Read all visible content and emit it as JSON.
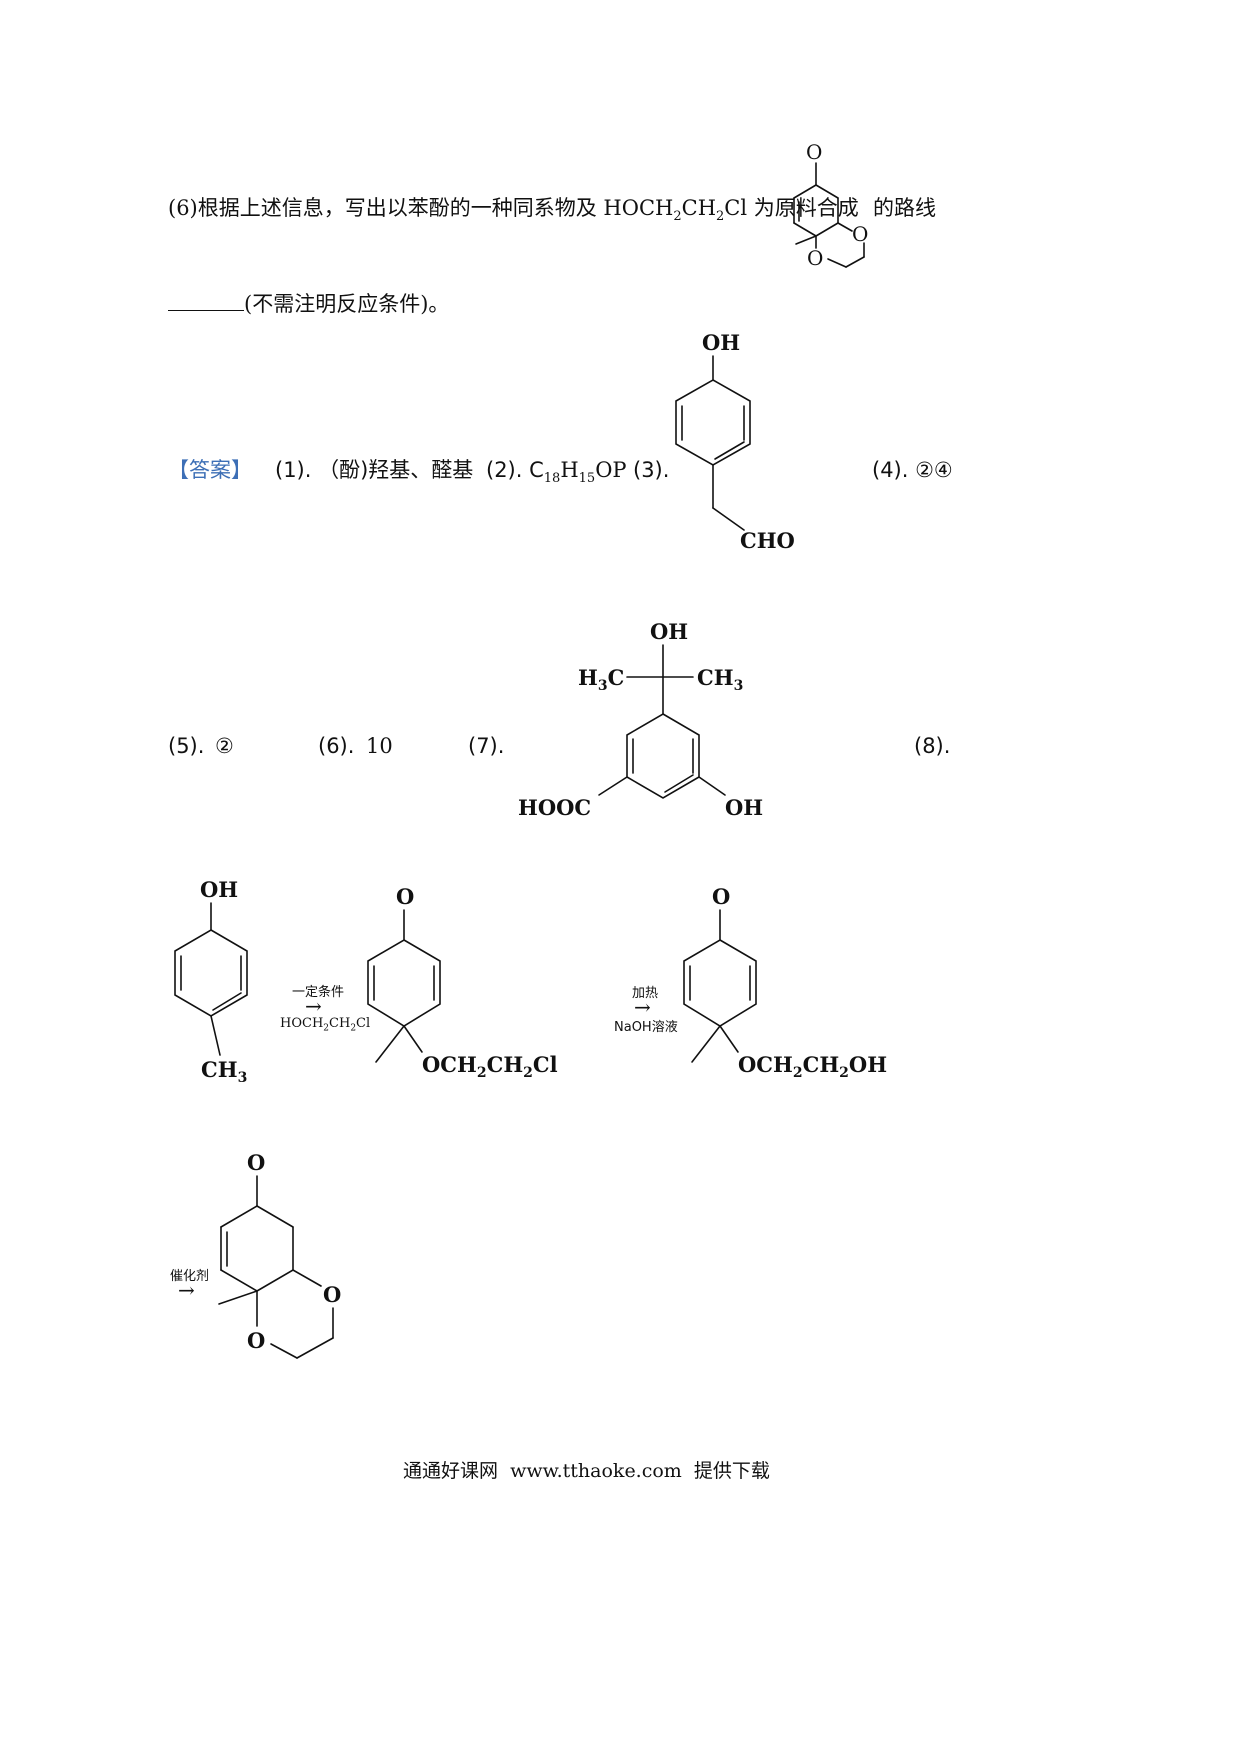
{
  "question": {
    "prefix": "(6)根据上述信息，写出以苯酚的一种同系物及 HOCH",
    "sub1": "2",
    "mid1": "CH",
    "sub2": "2",
    "mid2": "Cl 为原料合成",
    "suffix": "的路线",
    "line2": "(不需注明反应条件)。"
  },
  "answer": {
    "label": "【答案】",
    "a1": "(1). （酚)羟基、醛基",
    "a2_prefix": "(2). C",
    "a2_s1": "18",
    "a2_m1": "H",
    "a2_s2": "15",
    "a2_m2": "OP",
    "a3": "(3).",
    "a4": "(4). ②④",
    "a5": "(5).",
    "a5_val": "②",
    "a6": "(6).",
    "a6_val": "10",
    "a7": "(7).",
    "a8": "(8)."
  },
  "structures": {
    "target_O_ketone": "O",
    "target_O_ring1": "O",
    "target_O_ring2": "O",
    "a3_oh": "OH",
    "a3_cho": "CHO",
    "a7_oh_top": "OH",
    "a7_h3c": "H",
    "a7_h3c_sub": "3",
    "a7_h3c_c": "C",
    "a7_ch3": "CH",
    "a7_ch3_sub": "3",
    "a7_hooc": "HOOC",
    "a7_oh_ring": "OH",
    "route_oh": "OH",
    "route_ch3": "CH",
    "route_ch3_sub": "3",
    "route_cond1_top": "一定条件",
    "route_cond1_bottom": "HOCH",
    "route_cond1_s1": "2",
    "route_cond1_m": "CH",
    "route_cond1_s2": "2",
    "route_cond1_end": "Cl",
    "route_arrow": "→",
    "route_int1_o": "O",
    "route_int1_sub_a": "OCH",
    "route_int1_s1": "2",
    "route_int1_m": "CH",
    "route_int1_s2": "2",
    "route_int1_end": "Cl",
    "route_cond2_top": "加热",
    "route_cond2_bottom": "NaOH溶液",
    "route_int2_o": "O",
    "route_int2_sub_a": "OCH",
    "route_int2_s1": "2",
    "route_int2_m": "CH",
    "route_int2_s2": "2",
    "route_int2_end": "OH",
    "route_cond3_top": "催化剂",
    "route_prod_o_ketone": "O",
    "route_prod_o1": "O",
    "route_prod_o2": "O"
  },
  "footer": "通通好课网  www.tthaoke.com  提供下载"
}
